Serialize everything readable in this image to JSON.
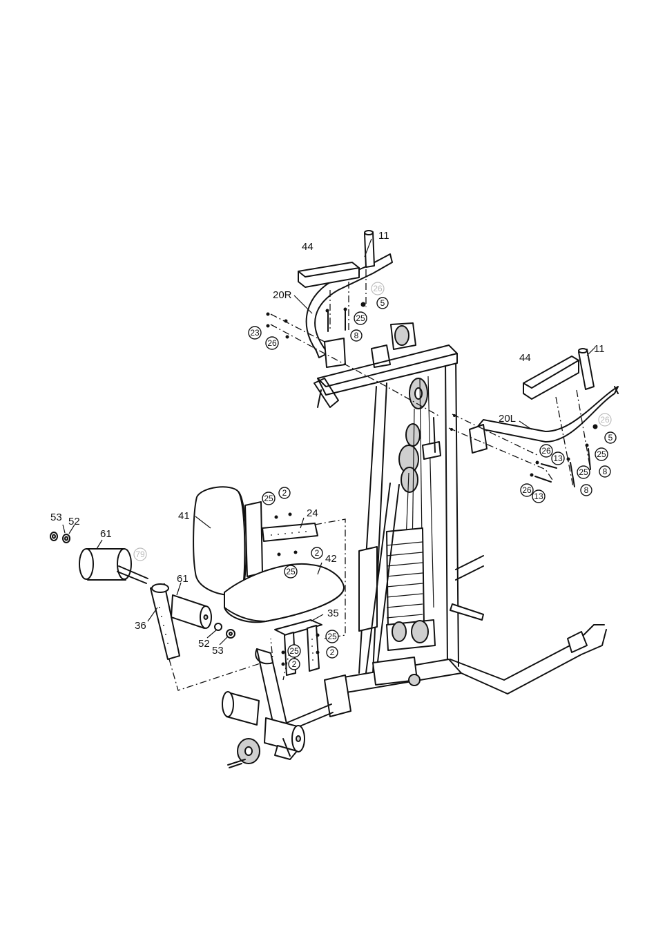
{
  "labels": {
    "p44_top": "44",
    "p11_top": "11",
    "p20R": "20R",
    "p44_right": "44",
    "p11_right": "11",
    "p20L": "20L",
    "p41": "41",
    "p24": "24",
    "p42": "42",
    "p53_left": "53",
    "p52_left": "52",
    "p61_left": "61",
    "p61_mid": "61",
    "p36": "36",
    "p35": "35",
    "p52_bottom": "52",
    "p53_bottom": "53"
  },
  "callouts": {
    "c5_top": "5",
    "c25_top": "25",
    "c8_top": "8",
    "c23": "23",
    "c26_top": "26",
    "c5_right": "5",
    "c25_right_a": "25",
    "c25_right_b": "25",
    "c8_right_a": "8",
    "c8_right_b": "8",
    "c26_right_a": "26",
    "c13_right_a": "13",
    "c26_right_b": "26",
    "c13_right_b": "13",
    "c25_seat_a": "25",
    "c2_seat_a": "2",
    "c2_seat_b": "2",
    "c25_seat_b": "25",
    "c25_35_a": "25",
    "c2_35_a": "2",
    "c25_35_b": "25",
    "c2_35_b": "2"
  },
  "faint_callouts": {
    "f26_top": "26",
    "f26_right": "26",
    "f79": "79"
  }
}
